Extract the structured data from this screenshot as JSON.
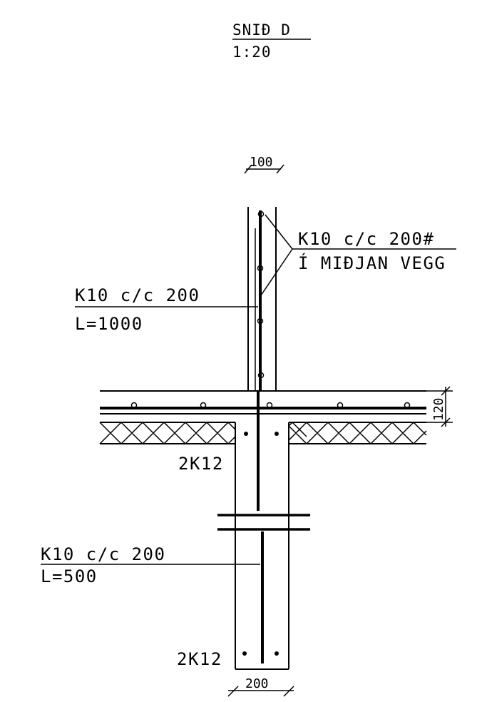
{
  "title": {
    "name": "SNIÐ D",
    "scale": "1:20"
  },
  "dimensions": {
    "wall_top_width": "100",
    "slab_thickness": "120",
    "beam_width": "200"
  },
  "labels": {
    "upper_rebar_text": "K10 c/c 200#",
    "upper_rebar_sub": "Í MIÐJAN VEGG",
    "left_rebar_text": "K10 c/c 200",
    "left_rebar_length": "L=1000",
    "slab_bars": "2K12",
    "lower_rebar_text": "K10 c/c 200",
    "lower_rebar_length": "L=500",
    "bottom_bars": "2K12"
  }
}
